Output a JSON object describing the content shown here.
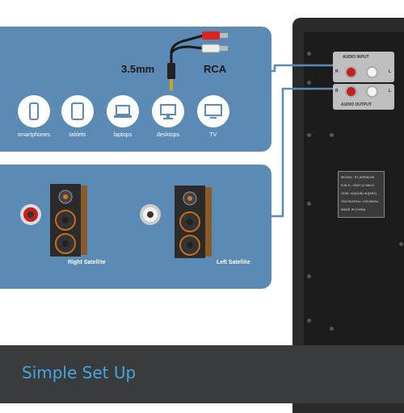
{
  "cable": {
    "left": "3.5mm",
    "right": "RCA"
  },
  "devices": [
    "smartphones",
    "tablets",
    "laptops",
    "desktops",
    "TV"
  ],
  "satellites": {
    "right": "Right Satellite",
    "left": "Left Satellite"
  },
  "back_panel": {
    "input_label": "AUDIO INPUT",
    "output_label": "AUDIO OUTPUT",
    "r": "R",
    "l": "L",
    "info": [
      "MODEL: ST-AR505-BK",
      "R.M.S.: 20W+12.5W×2",
      "OHM: 4Ω(SUB) 4Ω(SAT)",
      "VOLTAGE/Hz: 120V/60Hz",
      "MADE IN CHINA"
    ]
  },
  "footer": {
    "title": "Simple Set Up"
  },
  "colors": {
    "panel": "#5b8bb5",
    "footer_bg": "#3a3b3d",
    "title_accent": "#46a7df"
  }
}
